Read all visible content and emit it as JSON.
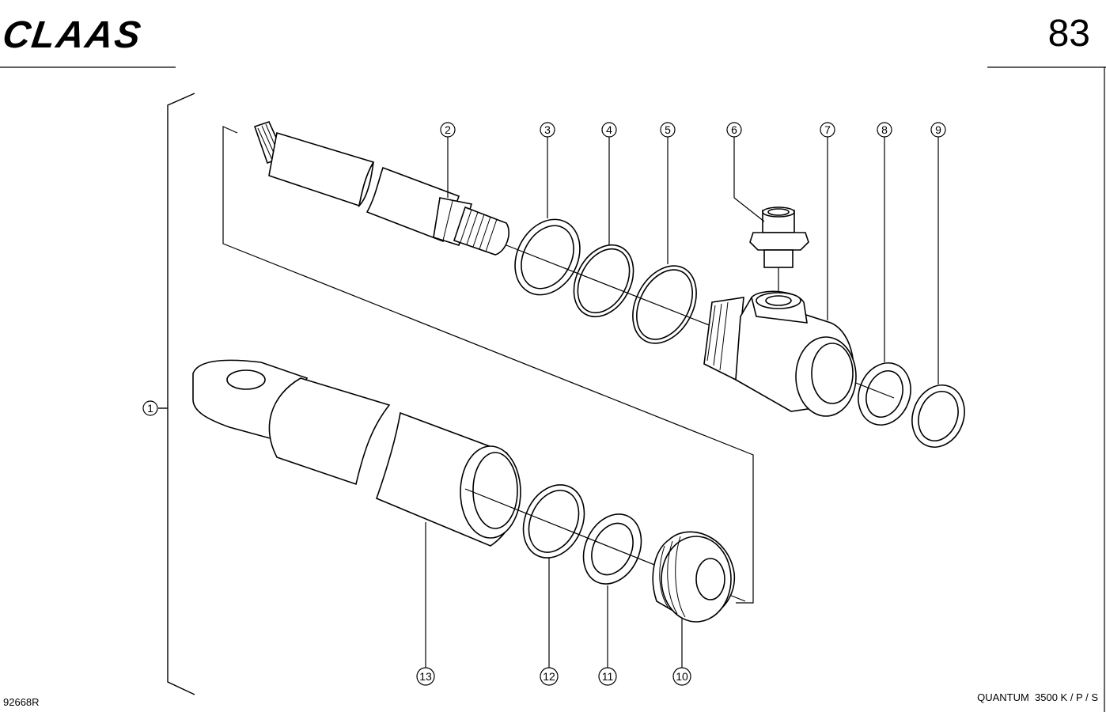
{
  "header": {
    "brand": "CLAAS",
    "page_number": "83"
  },
  "footer": {
    "drawing_code": "92668R",
    "model": "QUANTUM  3500 K / P / S"
  },
  "callouts": [
    "1",
    "2",
    "3",
    "4",
    "5",
    "6",
    "7",
    "8",
    "9",
    "10",
    "11",
    "12",
    "13"
  ],
  "colors": {
    "ink": "#000000",
    "paper": "#ffffff"
  }
}
